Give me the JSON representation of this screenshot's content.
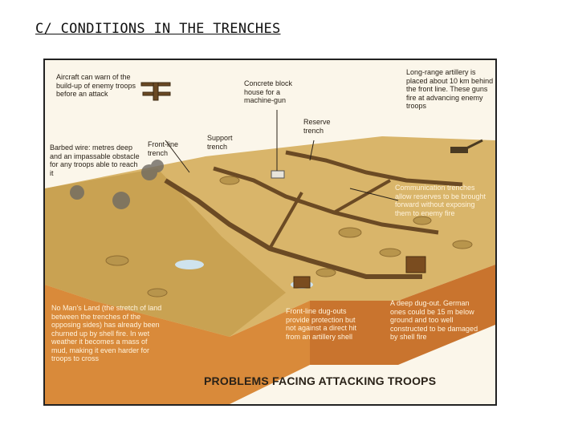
{
  "slide": {
    "title": "C/ CONDITIONS IN THE TRENCHES"
  },
  "diagram": {
    "footer_title": "PROBLEMS FACING ATTACKING TROOPS",
    "annotations": {
      "aircraft": "Aircraft can warn of the build-up of enemy troops before an attack",
      "concrete": "Concrete block house for a machine-gun",
      "long_range": "Long-range artillery is placed about 10 km behind the front line. These guns fire at advancing enemy troops",
      "reserve": "Reserve trench",
      "support": "Support trench",
      "frontline": "Front-line trench",
      "barbed": "Barbed wire: metres deep and an impassable obstacle for any troops able to reach it",
      "communication": "Communication trenches allow reserves to be brought forward without exposing them to enemy fire",
      "no_mans_land": "No Man's Land (the stretch of land between the trenches of the opposing sides) has already been churned up by shell fire. In wet weather it becomes a mass of mud, making it even harder for troops to cross",
      "dugouts": "Front-line dug-outs provide protection but not against a direct hit from an artillery shell",
      "deep_dugout": "A deep dug-out. German ones could be 15 m below ground and too well constructed to be damaged by shell fire"
    }
  }
}
